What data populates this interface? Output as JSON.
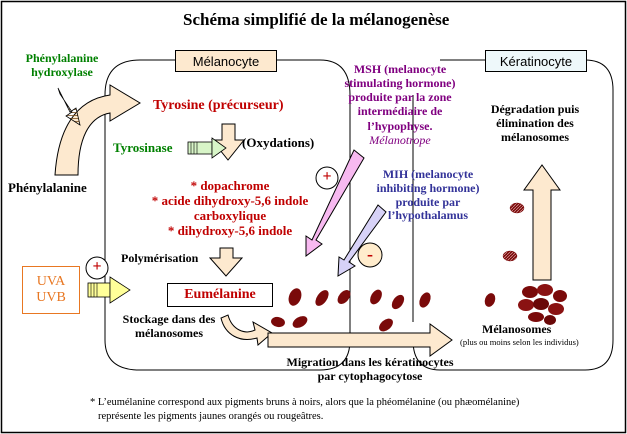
{
  "title": "Schéma simplifié de la mélanogenèse",
  "cells": {
    "melanocyte": "Mélanocyte",
    "keratinocyte": "Kératinocyte"
  },
  "enzymes": {
    "phenylalanine_hydroxylase": [
      "Phénylalanine",
      "hydroxylase"
    ],
    "tyrosinase": "Tyrosinase"
  },
  "compounds": {
    "phenylalanine": "Phénylalanine",
    "tyrosine": "Tyrosine (précurseur)",
    "oxydations": "(Oxydations)",
    "intermediates": [
      "* dopachrome",
      "* acide dihydroxy-5,6 indole",
      "carboxylique",
      "* dihydroxy-5,6 indole"
    ],
    "polymerisation": "Polymérisation",
    "eumelanine": "Eumélanine",
    "stockage": [
      "Stockage dans des",
      "mélanosomes"
    ]
  },
  "uv": {
    "uva": "UVA",
    "uvb": "UVB",
    "plus": "+"
  },
  "hormones": {
    "msh": [
      "MSH (melanocyte",
      "stimulating hormone)",
      "produite par la zone",
      "intermédiaire de",
      "l’hypophyse."
    ],
    "msh_italic": "Mélanotrope",
    "msh_sign": "+",
    "mih": [
      "MIH (melanocyte",
      "inhibiting hormone)",
      "produite par",
      "l’hypothalamus"
    ],
    "mih_sign": "-"
  },
  "keratinocyte_text": {
    "degradation": [
      "Dégradation puis",
      "élimination des",
      "mélanosomes"
    ],
    "melanosomes": "Mélanosomes",
    "melanosomes_note": "(plus ou moins selon les individus)"
  },
  "migration": [
    "Migration dans les kératinocytes",
    "par cytophagocytose"
  ],
  "footnote": [
    "* L’eumélanine correspond aux pigments bruns à noirs, alors que la phéomélanine (ou phæomélanine)",
    "représente les pigments jaunes orangés ou rougeâtres."
  ],
  "colors": {
    "green": "#008000",
    "red": "#c00000",
    "purple": "#800080",
    "navy": "#333399",
    "orange": "#e87722",
    "melanin": "#7a0a0a",
    "arrow_fill": "#fde9cf",
    "pink_arrow": "#f7b9f0",
    "lilac_arrow": "#d7d2f7",
    "green_arrow": "#d8f5c8",
    "yellow_arrow": "#ffff99",
    "mih_fill": "#ffeccc"
  }
}
